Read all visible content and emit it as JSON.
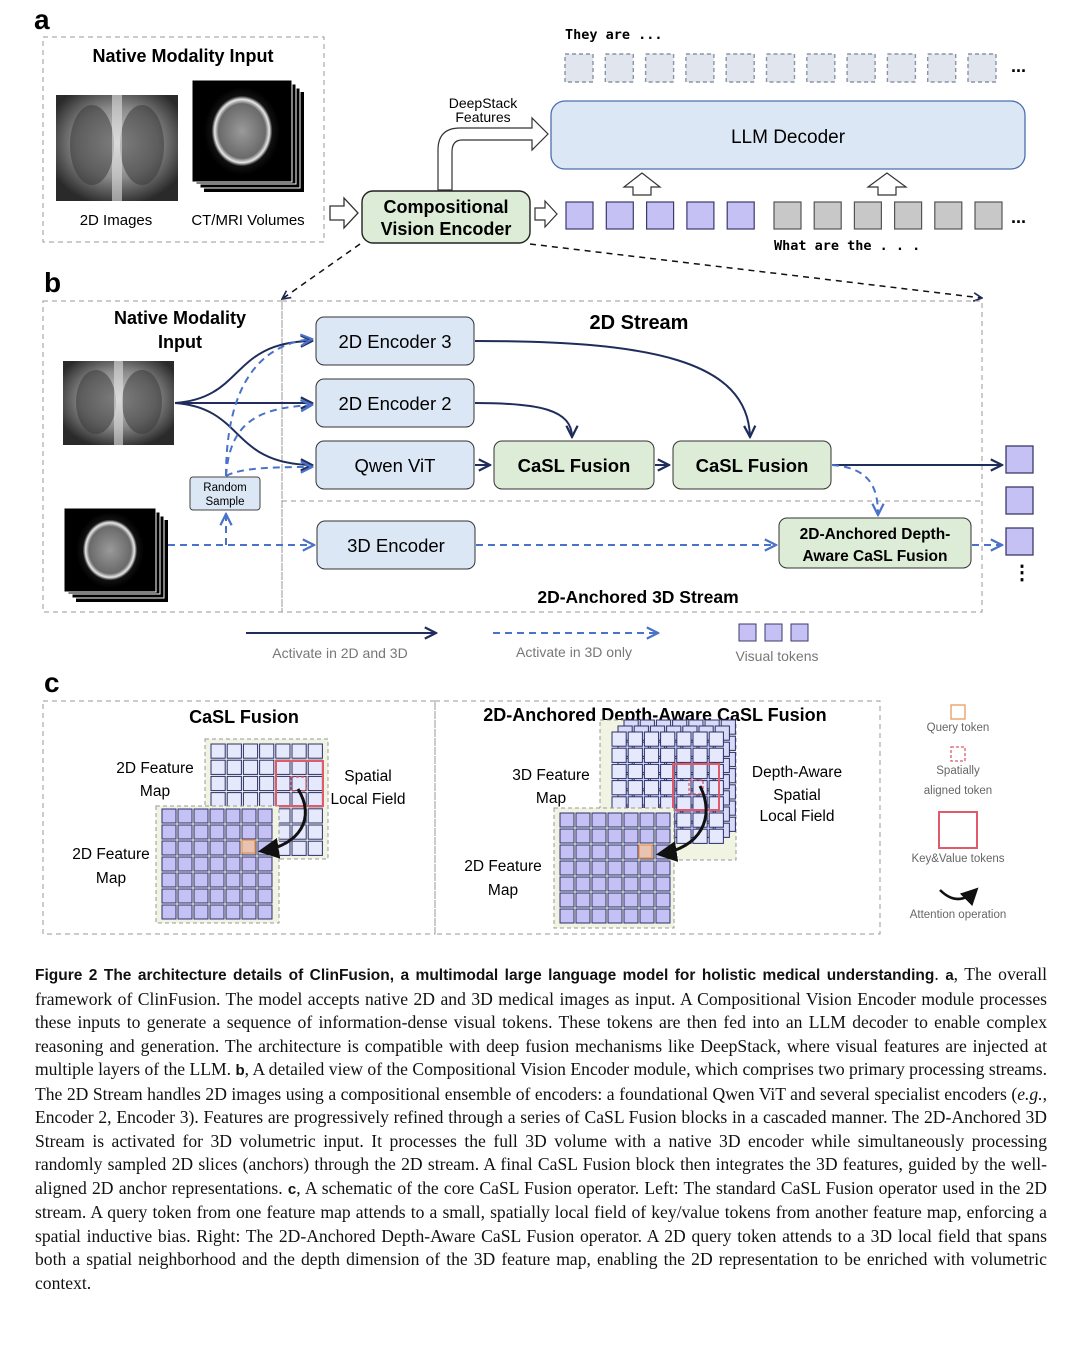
{
  "panels": {
    "a": "a",
    "b": "b",
    "c": "c"
  },
  "panel_a": {
    "title": "Native Modality Input",
    "images_2d_label": "2D Images",
    "volumes_label": "CT/MRI Volumes",
    "encoder_label_line1": "Compositional",
    "encoder_label_line2": "Vision Encoder",
    "deepstack_line1": "DeepStack",
    "deepstack_line2": "Features",
    "llm_decoder_label": "LLM Decoder",
    "output_text": "They are ...",
    "input_text": "What are the  . . .",
    "ellipsis": "..."
  },
  "panel_b": {
    "title_line1": "Native Modality",
    "title_line2": "Input",
    "stream_2d_title": "2D Stream",
    "stream_3d_title": "2D-Anchored 3D Stream",
    "encoder3_label": "2D Encoder 3",
    "encoder2_label": "2D Encoder 2",
    "qwen_label": "Qwen ViT",
    "casl1_label": "CaSL Fusion",
    "casl2_label": "CaSL Fusion",
    "encoder3d_label": "3D Encoder",
    "depth_fusion_line1": "2D-Anchored Depth-",
    "depth_fusion_line2": "Aware CaSL Fusion",
    "random_line1": "Random",
    "random_line2": "Sample",
    "vdots": "⋮"
  },
  "legend": {
    "solid_label": "Activate in 2D and 3D",
    "dashed_label": "Activate in 3D only",
    "tokens_label": "Visual tokens"
  },
  "panel_c": {
    "left_title": "CaSL Fusion",
    "right_title": "2D-Anchored Depth-Aware CaSL Fusion",
    "left_map_top_line1": "2D Feature",
    "left_map_top_line2": "Map",
    "left_map_bottom_line1": "2D Feature",
    "left_map_bottom_line2": "Map",
    "spatial_line1": "Spatial",
    "spatial_line2": "Local Field",
    "right_map_top_line1": "3D Feature",
    "right_map_top_line2": "Map",
    "right_map_bottom_line1": "2D Feature",
    "right_map_bottom_line2": "Map",
    "depth_line1": "Depth-Aware",
    "depth_line2": "Spatial",
    "depth_line3": "Local Field",
    "key_query": "Query token",
    "key_spatial_line1": "Spatially",
    "key_spatial_line2": "aligned token",
    "key_kv": "Key&Value tokens",
    "key_attention": "Attention operation"
  },
  "caption": {
    "head": "Figure 2   The architecture details of ClinFusion, a multimodal large language model for holistic medical understanding",
    "tag_a": "a",
    "text_a": ", The overall framework of ClinFusion. The model accepts native 2D and 3D medical images as input. A Compositional Vision Encoder module processes these inputs to generate a sequence of information-dense visual tokens. These tokens are then fed into an LLM decoder to enable complex reasoning and generation. The architecture is compatible with deep fusion mechanisms like DeepStack, where visual features are injected at multiple layers of the LLM. ",
    "tag_b": "b",
    "text_b1": ", A detailed view of the Compositional Vision Encoder module, which comprises two primary processing streams. The 2D Stream handles 2D images using a compositional ensemble of encoders: a foundational Qwen ViT and several specialist encoders (",
    "eg": "e.g.",
    "text_b2": ", Encoder 2, Encoder 3). Features are progressively refined through a series of CaSL Fusion blocks in a cascaded manner. The 2D-Anchored 3D Stream is activated for 3D volumetric input. It processes the full 3D volume with a native 3D encoder while simultaneously processing randomly sampled 2D slices (anchors) through the 2D stream. A final CaSL Fusion block then integrates the 3D features, guided by the well-aligned 2D anchor representations. ",
    "tag_c": "c",
    "text_c": ", A schematic of the core CaSL Fusion operator. Left: The standard CaSL Fusion operator used in the 2D stream. A query token from one feature map attends to a small, spatially local field of key/value tokens from another feature map, enforcing a spatial inductive bias. Right: The 2D-Anchored Depth-Aware CaSL Fusion operator. A 2D query token attends to a 3D local field that spans both a spatial neighborhood and the depth dimension of the 3D feature map, enabling the 2D representation to be enriched with volumetric context."
  }
}
